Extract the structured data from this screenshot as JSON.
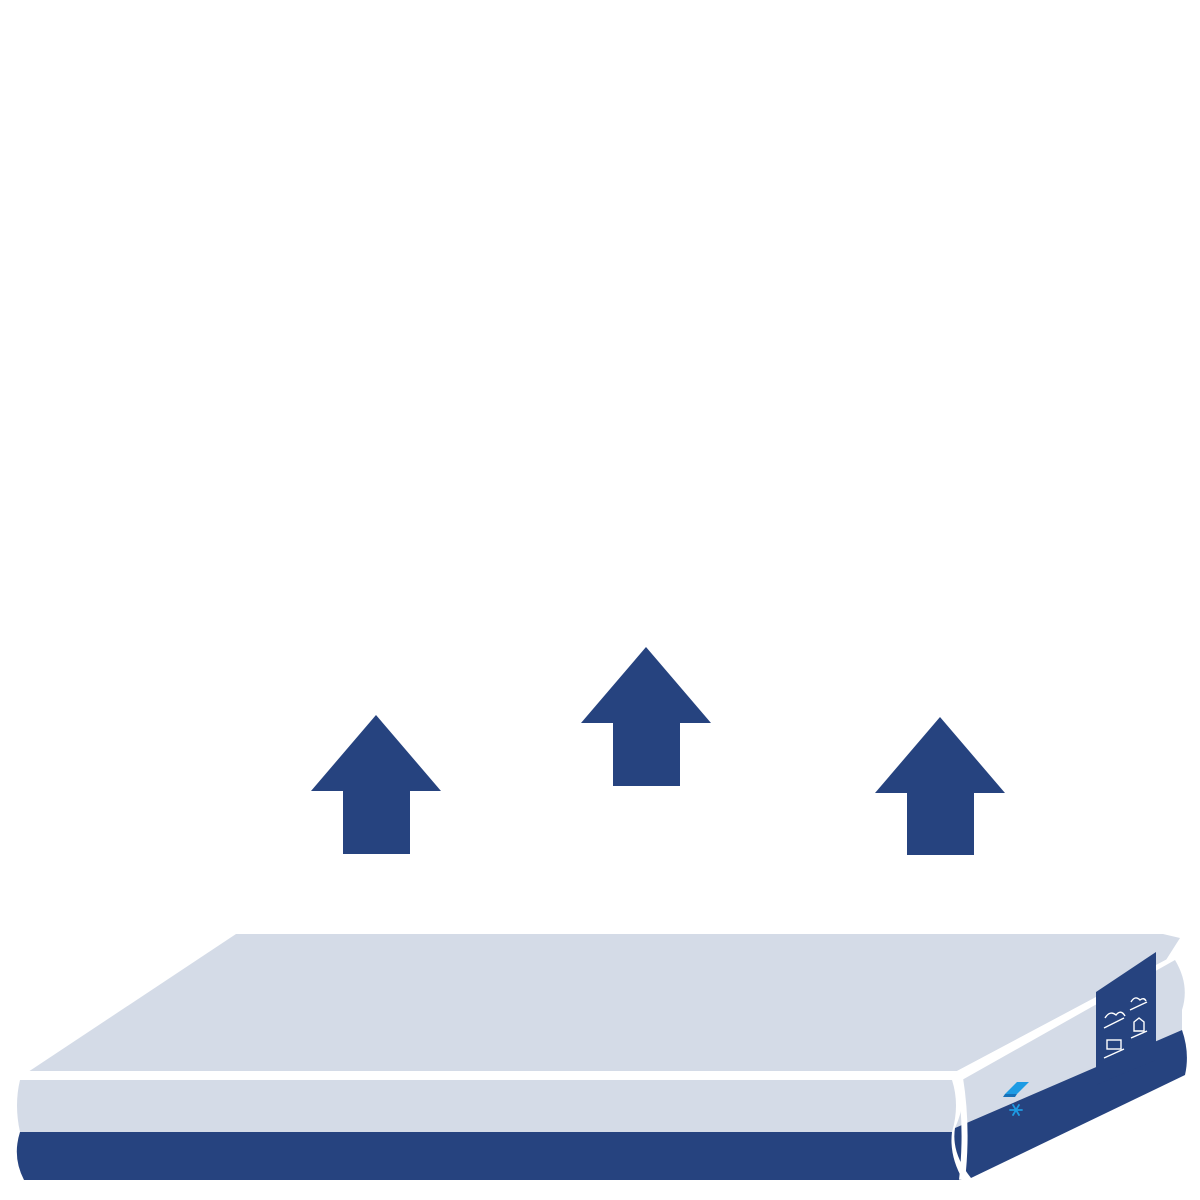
{
  "illustration": {
    "subject": "mattress",
    "colors": {
      "navy": "#26437F",
      "light": "#D4DBE7",
      "edge": "#ffffff",
      "accent": "#1D9BE4",
      "background": "#ffffff"
    },
    "arrows": [
      {
        "name": "arrow-up-left-icon",
        "direction": "up"
      },
      {
        "name": "arrow-up-center-icon",
        "direction": "up"
      },
      {
        "name": "arrow-up-right-icon",
        "direction": "up"
      }
    ],
    "label_icons": [
      "care-icon-1",
      "care-icon-2",
      "care-icon-3",
      "care-icon-4"
    ],
    "front_icon": "snowflake-icon"
  }
}
